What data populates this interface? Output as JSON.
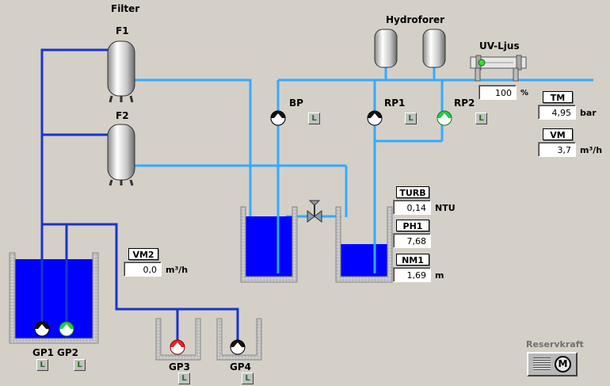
{
  "filter_title": "Filter",
  "hydrofor_title": "Hydroforer",
  "uv_title": "UV-Ljus",
  "filters": [
    "F1",
    "F2"
  ],
  "pumps": {
    "bp": "BP",
    "rp1": "RP1",
    "rp2": "RP2",
    "gp1": "GP1",
    "gp2": "GP2",
    "gp3": "GP3",
    "gp4": "GP4"
  },
  "local_button": "L",
  "uv_percent": {
    "value": "100",
    "unit": "%"
  },
  "tm": {
    "tag": "TM",
    "value": "4,95",
    "unit": "bar"
  },
  "vm": {
    "tag": "VM",
    "value": "3,7",
    "unit": "m³/h"
  },
  "vm2": {
    "tag": "VM2",
    "value": "0,0",
    "unit": "m³/h"
  },
  "turb": {
    "tag": "TURB",
    "value": "0,14",
    "unit": "NTU"
  },
  "ph1": {
    "tag": "PH1",
    "value": "7,68"
  },
  "nm1": {
    "tag": "NM1",
    "value": "1,69",
    "unit": "m"
  },
  "reserve": {
    "label": "Reservkraft",
    "motor": "M"
  },
  "colors": {
    "background": "#d4d0c8",
    "water": "#0000ff",
    "pipe_light": "#33aaff",
    "pipe_dark": "#1a33cc",
    "pump_running": "#22cc44",
    "pump_stopped": "#111111",
    "pump_alarm": "#ee2222"
  }
}
